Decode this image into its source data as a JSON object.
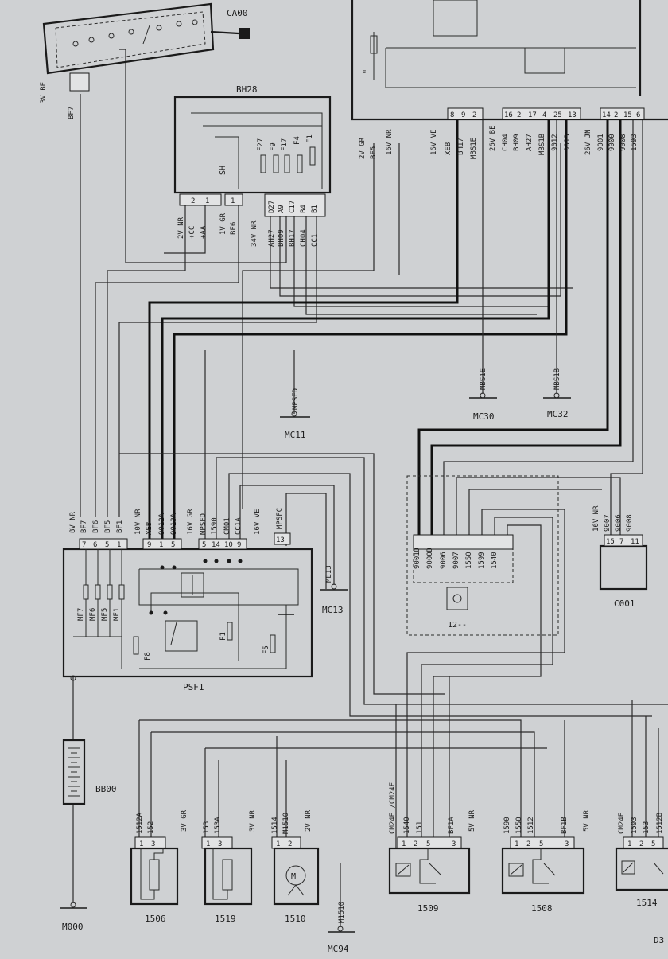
{
  "components": {
    "CA00": {
      "label": "CA00"
    },
    "BH28": {
      "label": "BH28",
      "pins": [
        "2",
        "1",
        "1",
        "D27",
        "A9",
        "C17",
        "B4",
        "B1"
      ],
      "fuses": [
        "F27",
        "F9",
        "F17",
        "F4",
        "F1"
      ],
      "shunt": "SH"
    },
    "PSF1": {
      "label": "PSF1",
      "pins_left": [
        "7",
        "6",
        "5",
        "1"
      ],
      "pins_mid": [
        "9",
        "1",
        "5"
      ],
      "pins_right": [
        "5",
        "14",
        "10",
        "9"
      ],
      "pin_far": "13",
      "relays": [
        "MF7",
        "MF6",
        "MF5",
        "MF1"
      ],
      "fuses": [
        "F8",
        "F1",
        "F5"
      ]
    },
    "BB00": {
      "label": "BB00"
    },
    "C001": {
      "label": "C001",
      "pins": [
        "15",
        "7",
        "11"
      ]
    },
    "connector_12": {
      "label": "12--"
    },
    "1506": {
      "label": "1506",
      "pins": [
        "1",
        "3"
      ]
    },
    "1519": {
      "label": "1519",
      "pins": [
        "1",
        "3"
      ]
    },
    "1510": {
      "label": "1510",
      "pins": [
        "1",
        "2"
      ]
    },
    "1509": {
      "label": "1509",
      "pins": [
        "1",
        "2",
        "5",
        "3"
      ]
    },
    "1508": {
      "label": "1508",
      "pins": [
        "1",
        "2",
        "5",
        "3"
      ]
    },
    "1514": {
      "label": "1514",
      "pins": [
        "1",
        "2",
        "5"
      ]
    },
    "top_right_unit": {
      "pins": [
        "8",
        "9",
        "2",
        "16",
        "2",
        "17",
        "4",
        "25",
        "13",
        "14",
        "2",
        "15",
        "6"
      ],
      "fuse_label": "F"
    }
  },
  "grounds": [
    "MC11",
    "MC30",
    "MC32",
    "MC13",
    "M000",
    "MC94"
  ],
  "connector_specs": [
    "3V BE",
    "2V NR",
    "1V GR",
    "34V NR",
    "2V GR",
    "16V NR",
    "16V VE",
    "26V BE",
    "26V JN",
    "8V NR",
    "10V NR",
    "16V GR",
    "16V VE",
    "16V NR",
    "3V GR",
    "3V NR",
    "2V NR",
    "5V NR",
    "5V NR"
  ],
  "wire_labels": {
    "ca00_left": "BF7",
    "bh28": [
      "+CC",
      "+AA",
      "BF6",
      "AH27",
      "BH09",
      "BH17",
      "CH04",
      "CC1"
    ],
    "top_right": [
      "BF5",
      "XEB",
      "BH17",
      "MBS1E",
      "CH04",
      "BH09",
      "AH27",
      "MBS1B",
      "9012",
      "9013",
      "9001",
      "9000",
      "9008",
      "1593"
    ],
    "grounds": [
      "MPSFD",
      "MBS1E",
      "MBS1B",
      "ME13",
      "M1510"
    ],
    "psf1_top": [
      "BF7",
      "BF6",
      "BF5",
      "BF1",
      "XEB",
      "9012A",
      "9013A",
      "MPSFD",
      "1590",
      "CM01",
      "CC1A",
      "MPSFC"
    ],
    "conn12": [
      "9001D",
      "9000D",
      "9006",
      "9007",
      "1550",
      "1599",
      "1540"
    ],
    "c001": [
      "9007",
      "9006",
      "9008"
    ],
    "c1506": [
      "1512A",
      "152"
    ],
    "c1519": [
      "153",
      "153A"
    ],
    "c1510": [
      "1514",
      "M1510"
    ],
    "c1509": [
      "CM24E /CM24F",
      "1540",
      "151",
      "BF1A"
    ],
    "c1508": [
      "1590",
      "1550",
      "1512",
      "BF1B"
    ],
    "c1514": [
      "CM24F",
      "1593",
      "153",
      "1512B"
    ]
  },
  "page_ref": "D3"
}
